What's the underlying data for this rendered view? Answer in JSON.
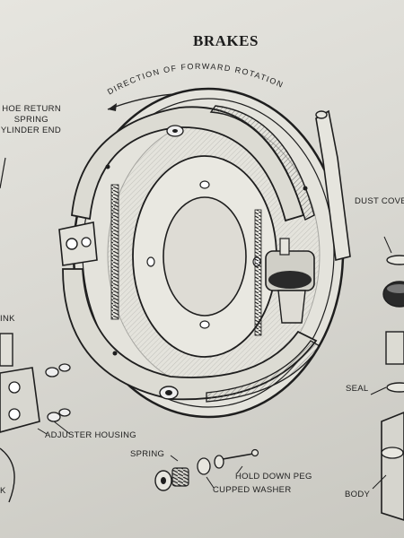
{
  "title": "BRAKES",
  "rotation_label": "DIRECTION OF FORWARD ROTATION",
  "labels": {
    "shoe_return_spring_line1": "HOE  RETURN",
    "shoe_return_spring_line2": "SPRING",
    "shoe_return_spring_line3": "YLINDER END",
    "link": "INK",
    "adjuster_housing": "ADJUSTER HOUSING",
    "bottom_left_fragment": "K",
    "spring": "SPRING",
    "hold_down_peg": "HOLD DOWN PEG",
    "cupped_washer": "CUPPED WASHER",
    "dust_cover": "DUST COVE",
    "seal": "SEAL",
    "body": "BODY"
  },
  "colors": {
    "ink": "#1e1e1e",
    "paper": "#dedcd6"
  }
}
